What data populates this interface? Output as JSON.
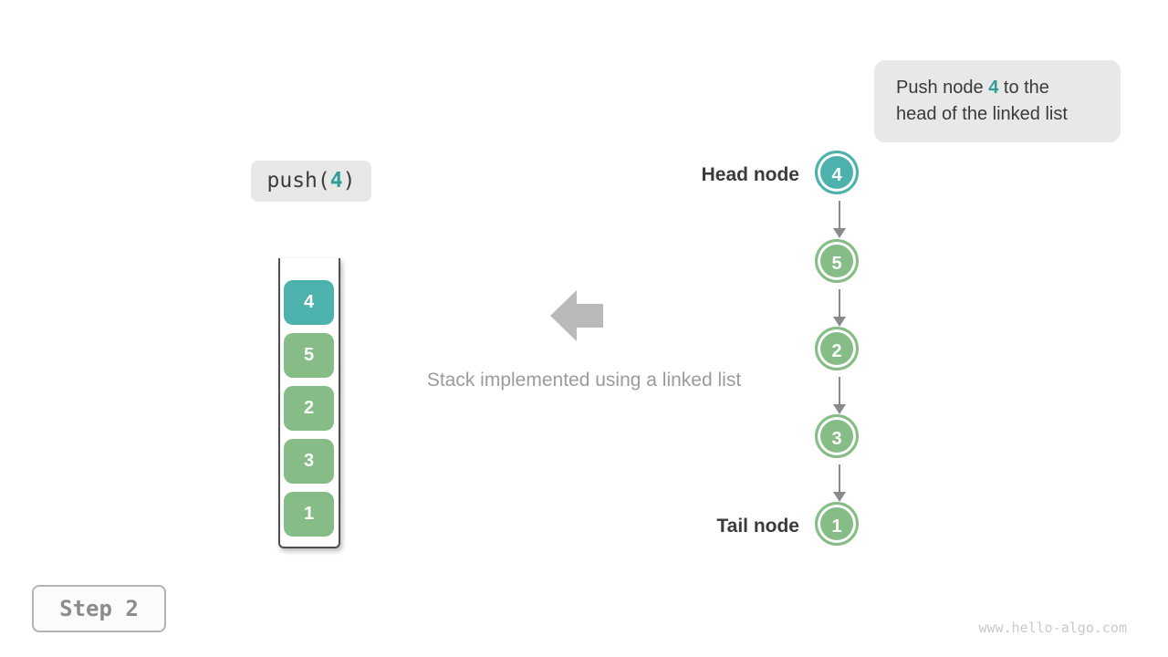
{
  "callout": {
    "line1_before": "Push node ",
    "value": "4",
    "line1_after": " to the",
    "line2": "head of the linked list"
  },
  "code_badge": {
    "before": "push(",
    "value": "4",
    "after": ")"
  },
  "stack": {
    "items": [
      {
        "value": "4",
        "color": "#4db2ab"
      },
      {
        "value": "5",
        "color": "#86bc86"
      },
      {
        "value": "2",
        "color": "#86bc86"
      },
      {
        "value": "3",
        "color": "#86bc86"
      },
      {
        "value": "1",
        "color": "#86bc86"
      }
    ]
  },
  "caption": {
    "text": "Stack implemented using a linked list"
  },
  "linked_list": {
    "head_label": "Head node",
    "tail_label": "Tail node",
    "nodes": [
      {
        "value": "4",
        "color": "#4db2ab"
      },
      {
        "value": "5",
        "color": "#86bc86"
      },
      {
        "value": "2",
        "color": "#86bc86"
      },
      {
        "value": "3",
        "color": "#86bc86"
      },
      {
        "value": "1",
        "color": "#86bc86"
      }
    ]
  },
  "step_badge": {
    "label": "Step 2"
  },
  "footer": {
    "url": "www.hello-algo.com"
  },
  "colors": {
    "teal": "#4db2ab",
    "green": "#86bc86",
    "accent_text": "#2e9e97",
    "label_dark": "#3b3b3b",
    "caption_gray": "#9b9b9b",
    "arrow_gray": "#bababa",
    "connector_gray": "#8a8a8a",
    "callout_bg": "#e8e8e8"
  }
}
